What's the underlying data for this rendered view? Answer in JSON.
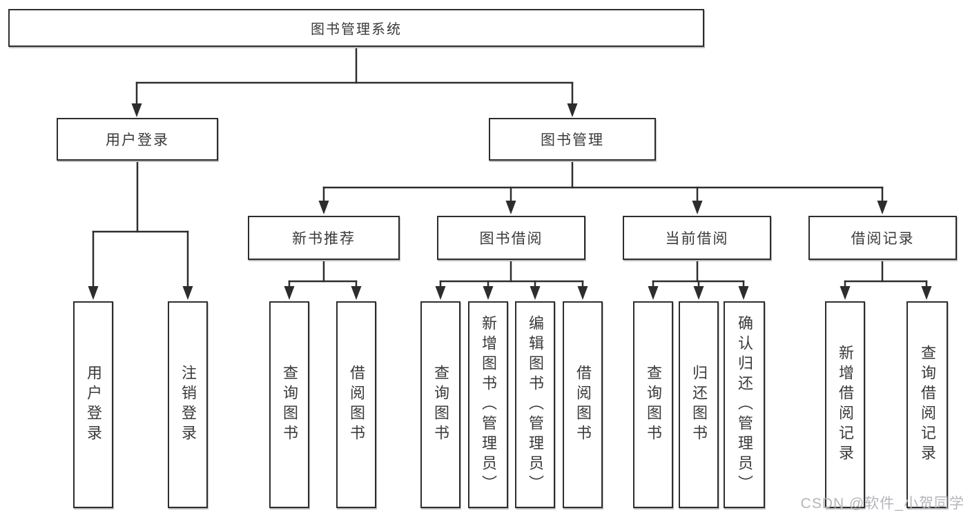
{
  "diagram": {
    "root": {
      "label": "图书管理系统"
    },
    "level2": [
      {
        "label": "用户登录"
      },
      {
        "label": "图书管理"
      }
    ],
    "level3": [
      {
        "label": "新书推荐"
      },
      {
        "label": "图书借阅"
      },
      {
        "label": "当前借阅"
      },
      {
        "label": "借阅记录"
      }
    ],
    "leaves": [
      {
        "label": "用户登录"
      },
      {
        "label": "注销登录"
      },
      {
        "label": "查询图书"
      },
      {
        "label": "借阅图书"
      },
      {
        "label": "查询图书"
      },
      {
        "label": "新增图书（管理员）"
      },
      {
        "label": "编辑图书（管理员）"
      },
      {
        "label": "借阅图书"
      },
      {
        "label": "查询图书"
      },
      {
        "label": "归还图书"
      },
      {
        "label": "确认归还（管理员）"
      },
      {
        "label": "新增借阅记录"
      },
      {
        "label": "查询借阅记录"
      }
    ],
    "watermark": "CSDN @软件_小贺同学",
    "colors": {
      "line": "#2d2d2d",
      "text": "#3a3a3a",
      "watermark": "#b5b5ba",
      "background": "#ffffff"
    }
  }
}
